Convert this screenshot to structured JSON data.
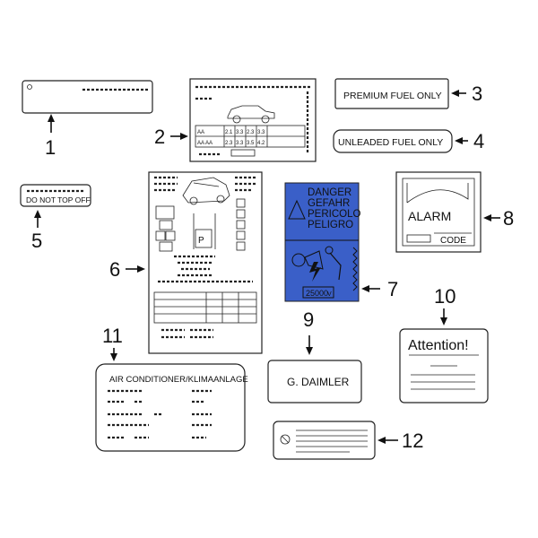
{
  "callouts": [
    "1",
    "2",
    "3",
    "4",
    "5",
    "6",
    "7",
    "8",
    "9",
    "10",
    "11",
    "12"
  ],
  "labels": {
    "premium": "PREMIUM FUEL ONLY",
    "unleaded": "UNLEADED FUEL ONLY",
    "do_not_top_off": "DO NOT TOP OFF",
    "danger_lines": [
      "DANGER",
      "GEFAHR",
      "PERICOLO",
      "PELIGRO"
    ],
    "danger_value": "25000",
    "danger_unit": "V",
    "alarm": "ALARM",
    "code": "CODE",
    "daimler": "G. DAIMLER",
    "attention": "Attention!",
    "air_conditioner": "AIR CONDITIONER/KLIMAANLAGE"
  },
  "colors": {
    "danger_bg": "#3a5fc8",
    "ink": "#111111"
  },
  "icons": [
    "car-icon",
    "warning-triangle-icon",
    "high-voltage-icon",
    "no-symbol-icon"
  ]
}
